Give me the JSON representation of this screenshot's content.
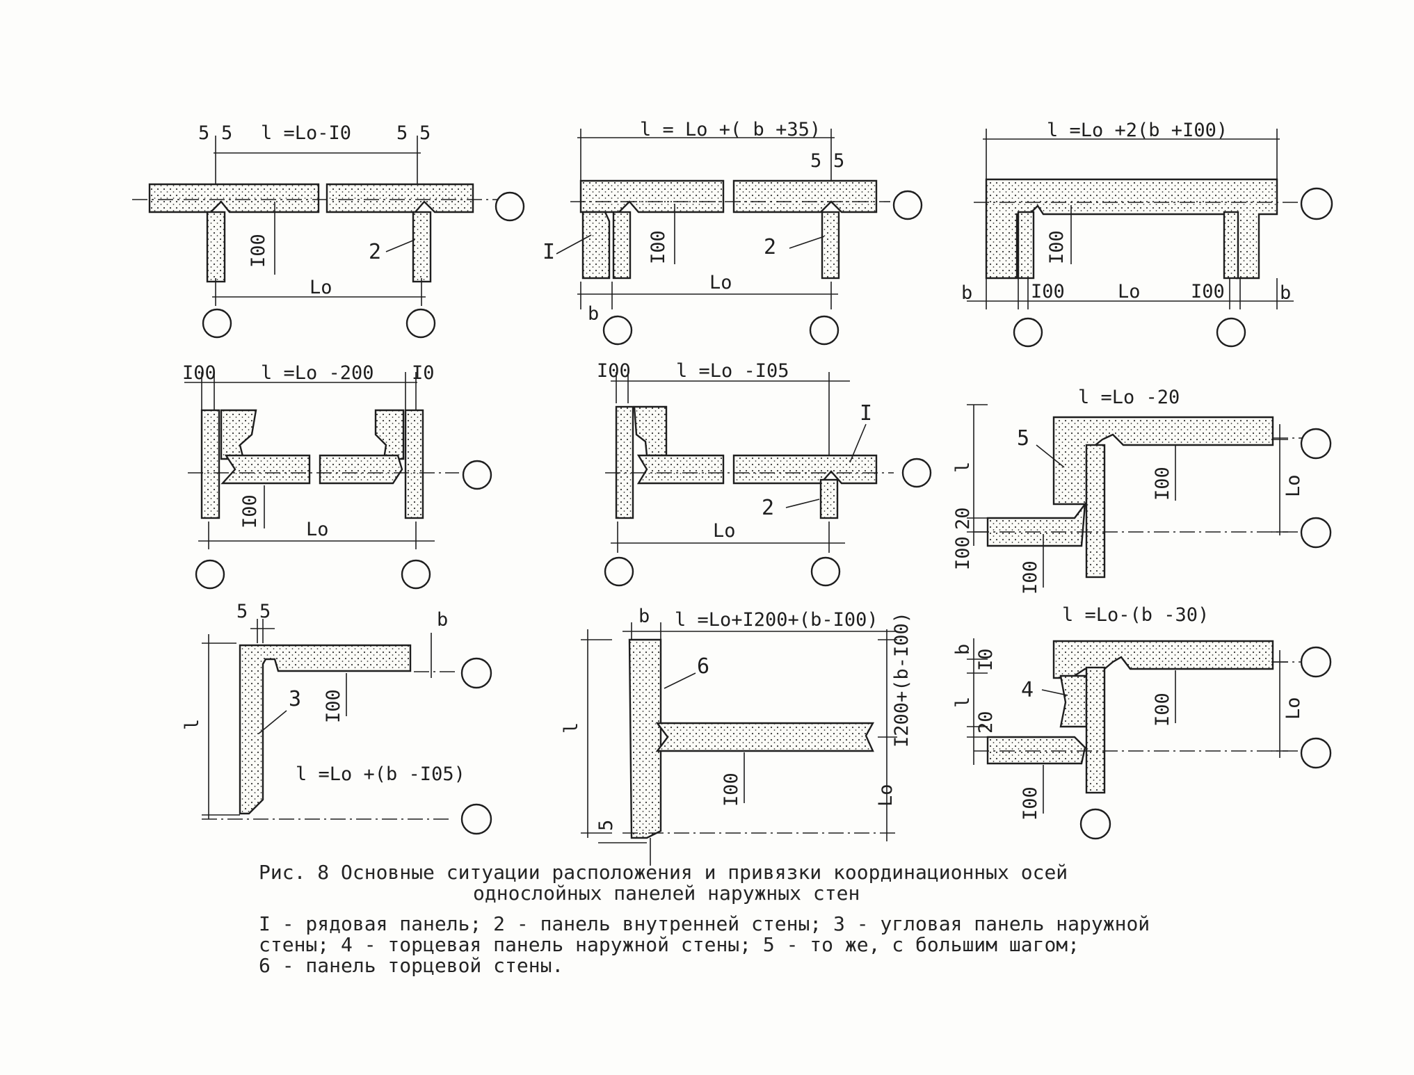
{
  "panels": [
    {
      "id": "p1",
      "formula": "l =Lo-I0",
      "dims": [
        "5",
        "5",
        "5",
        "5",
        "I00",
        "Lo"
      ],
      "callouts": [
        "2"
      ]
    },
    {
      "id": "p2",
      "formula": "l = Lo +( b +35)",
      "dims": [
        "5",
        "5",
        "I00",
        "Lo",
        "b"
      ],
      "callouts": [
        "I",
        "2"
      ]
    },
    {
      "id": "p3",
      "formula": "l =Lo +2(b +I00)",
      "dims": [
        "I00",
        "b",
        "I00",
        "Lo",
        "I00",
        "b"
      ],
      "callouts": []
    },
    {
      "id": "p4",
      "formula": "l =Lo -200",
      "dims": [
        "I00",
        "I0",
        "I00",
        "Lo"
      ],
      "callouts": []
    },
    {
      "id": "p5",
      "formula": "l =Lo -I05",
      "dims": [
        "I00",
        "Lo"
      ],
      "callouts": [
        "I",
        "2"
      ]
    },
    {
      "id": "p6",
      "formula": "l =Lo -20",
      "dims": [
        "l",
        "20",
        "I00",
        "I00",
        "I00",
        "Lo"
      ],
      "callouts": [
        "5"
      ]
    },
    {
      "id": "p7",
      "formula": "l =Lo +(b -I05)",
      "dims": [
        "5",
        "5",
        "b",
        "I00",
        "l"
      ],
      "callouts": [
        "3"
      ]
    },
    {
      "id": "p8",
      "formula": "l =Lo+I200+(b-I00)",
      "dims": [
        "b",
        "l",
        "I200+(b-I00)",
        "I00",
        "Lo",
        "5"
      ],
      "callouts": [
        "6"
      ]
    },
    {
      "id": "p9",
      "formula": "l =Lo-(b -30)",
      "dims": [
        "b",
        "I0",
        "l",
        "20",
        "I00",
        "I00",
        "Lo"
      ],
      "callouts": [
        "4"
      ]
    }
  ],
  "caption": {
    "title_line1": "Рис. 8 Основные ситуации расположения и привязки координационных осей",
    "title_line2": "однослойных панелей наружных стен",
    "legend_line1": "I - рядовая панель; 2 - панель внутренней стены; 3 - угловая панель наружной",
    "legend_line2": "стены; 4 - торцевая панель наружной стены; 5 - то же, с большим шагом;",
    "legend_line3": "6 - панель торцевой стены."
  }
}
